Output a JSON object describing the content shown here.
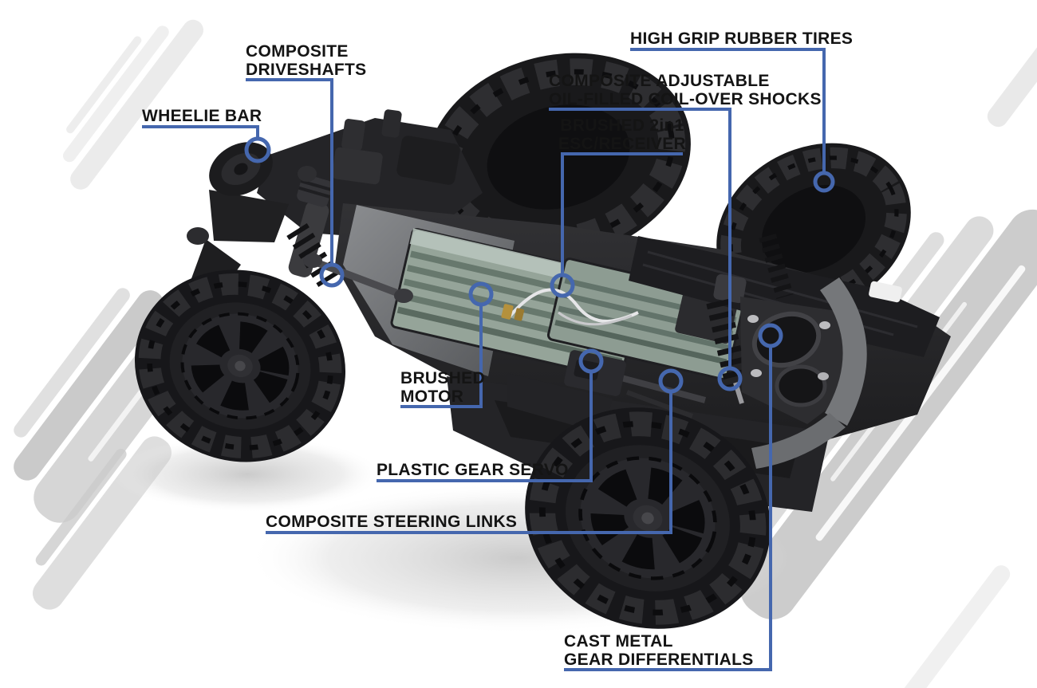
{
  "diagram": {
    "subject": "RC monster truck chassis feature callout diagram",
    "accent_color": "#4567ae",
    "label_color": "#141414",
    "callouts": [
      {
        "id": "composite-driveshafts",
        "lines": [
          "COMPOSITE",
          "DRIVESHAFTS"
        ]
      },
      {
        "id": "wheelie-bar",
        "lines": [
          "WHEELIE BAR"
        ]
      },
      {
        "id": "high-grip-rubber-tires",
        "lines": [
          "HIGH GRIP RUBBER TIRES"
        ]
      },
      {
        "id": "composite-adjustable-oil-filled-coil-over-shocks",
        "lines": [
          "COMPOSITE ADJUSTABLE",
          "OIL-FILLED COIL-OVER SHOCKS"
        ]
      },
      {
        "id": "brushed-2in1-esc-receiver",
        "lines": [
          "BRUSHED 2in1",
          "ESC/RECEIVER"
        ]
      },
      {
        "id": "brushed-motor",
        "lines": [
          "BRUSHED",
          "MOTOR"
        ]
      },
      {
        "id": "plastic-gear-servo",
        "lines": [
          "PLASTIC GEAR SERVO"
        ]
      },
      {
        "id": "composite-steering-links",
        "lines": [
          "COMPOSITE STEERING LINKS"
        ]
      },
      {
        "id": "cast-metal-gear-differentials",
        "lines": [
          "CAST METAL",
          "GEAR DIFFERENTIALS"
        ]
      }
    ]
  }
}
